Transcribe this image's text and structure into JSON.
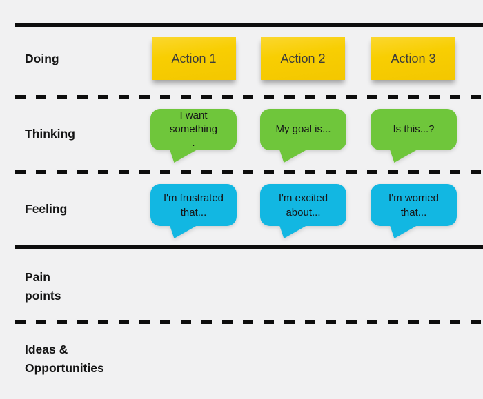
{
  "colors": {
    "background": "#f1f1f2",
    "line": "#0d0d0d",
    "sticky": "#f8ce02",
    "thinking": "#6fc63b",
    "feeling": "#12b7e2"
  },
  "rows": [
    {
      "label": "Doing"
    },
    {
      "label": "Thinking"
    },
    {
      "label": "Feeling"
    },
    {
      "label": "Pain\npoints"
    },
    {
      "label": "Ideas &\nOpportunities"
    }
  ],
  "doing": {
    "notes": [
      "Action 1",
      "Action 2",
      "Action 3"
    ]
  },
  "thinking": {
    "bubbles": [
      "I want\nsomething\n.",
      "My goal is...",
      "Is this...?"
    ]
  },
  "feeling": {
    "bubbles": [
      "I'm frustrated\nthat...",
      "I'm excited\nabout...",
      "I'm worried\nthat..."
    ]
  }
}
